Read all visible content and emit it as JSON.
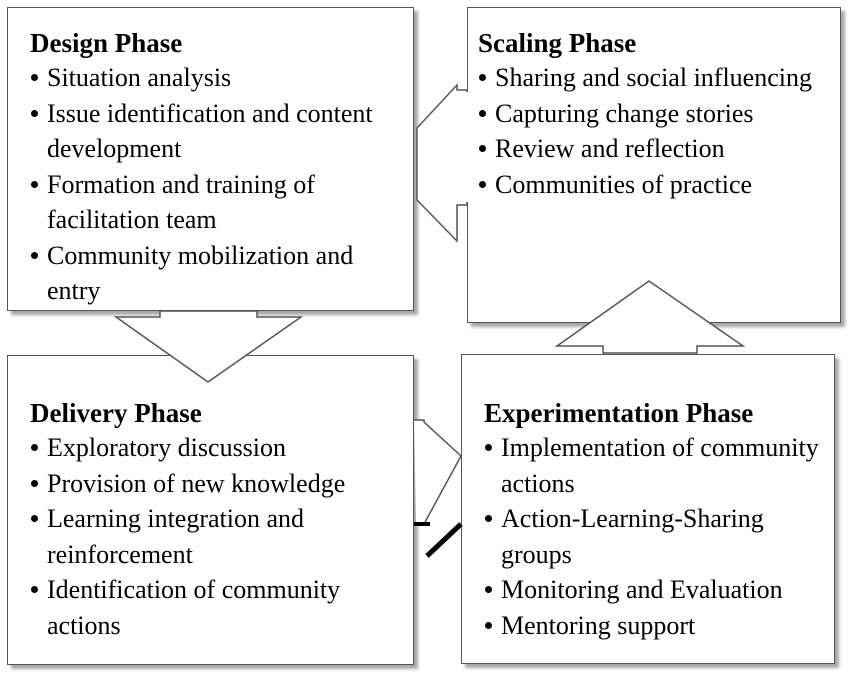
{
  "design": {
    "title": "Design Phase",
    "items": [
      "Situation analysis",
      "Issue identification and content development",
      "Formation and training of facilitation team",
      "Community mobilization and entry"
    ]
  },
  "scaling": {
    "title": "Scaling Phase",
    "items": [
      "Sharing and social influencing",
      "Capturing change stories",
      "Review and reflection",
      "Communities of practice"
    ]
  },
  "delivery": {
    "title": "Delivery Phase",
    "items": [
      "Exploratory discussion",
      "Provision of new knowledge",
      "Learning integration and reinforcement",
      "Identification of community actions"
    ]
  },
  "experimentation": {
    "title": "Experimentation Phase",
    "items": [
      "Implementation of community actions",
      "Action-Learning-Sharing groups",
      "Monitoring and Evaluation",
      "Mentoring support"
    ]
  },
  "colors": {
    "box_border": "#555555",
    "arrow_stroke": "#555555",
    "text": "#000000"
  }
}
